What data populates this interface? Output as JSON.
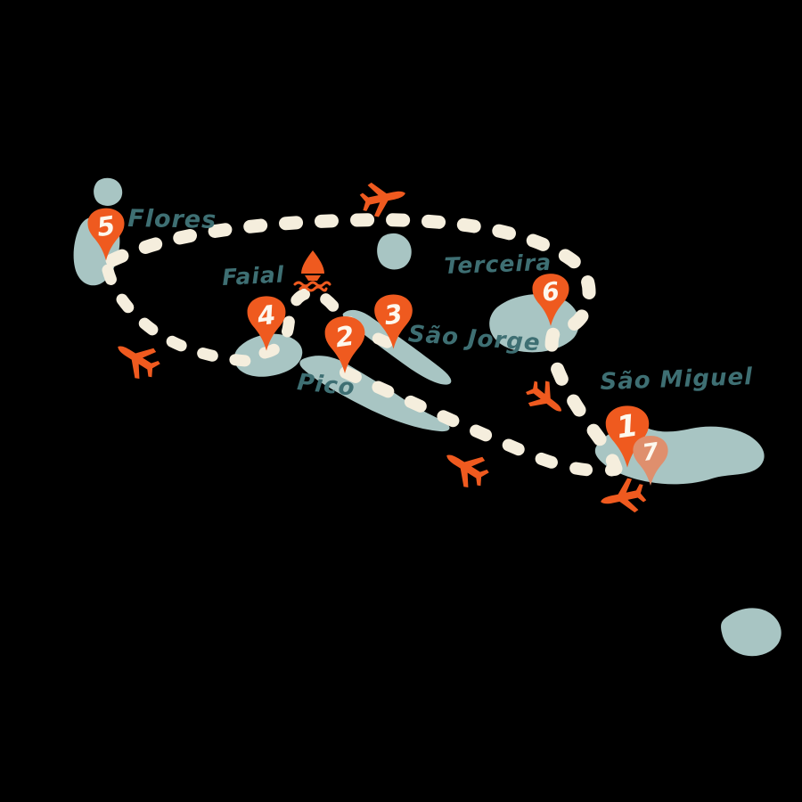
{
  "map": {
    "region": "Azores islands travel route",
    "background_color": "#000000"
  },
  "labels": {
    "flores": "Flores",
    "faial": "Faial",
    "pico": "Pico",
    "sao_jorge": "São Jorge",
    "terceira": "Terceira",
    "sao_miguel": "São Miguel"
  },
  "pins": [
    {
      "number": "1",
      "island": "São Miguel",
      "color": "#ef5a1f"
    },
    {
      "number": "2",
      "island": "Pico",
      "color": "#ef5a1f"
    },
    {
      "number": "3",
      "island": "São Jorge",
      "color": "#ef5a1f"
    },
    {
      "number": "4",
      "island": "Faial",
      "color": "#ef5a1f"
    },
    {
      "number": "5",
      "island": "Flores",
      "color": "#ef5a1f"
    },
    {
      "number": "6",
      "island": "Terceira",
      "color": "#ef5a1f"
    },
    {
      "number": "7",
      "island": "São Miguel",
      "color": "#df8f6d"
    }
  ],
  "icons": {
    "airplane": "airplane-icon",
    "airplane_count": 5,
    "ferry": "ferry-boat-icon"
  },
  "colors": {
    "route_dash": "#f5eedd",
    "island_fill": "#a8c5c3",
    "pin_orange": "#ef5a1f",
    "pin_salmon": "#df8f6d",
    "label_teal": "#3e6f73"
  }
}
